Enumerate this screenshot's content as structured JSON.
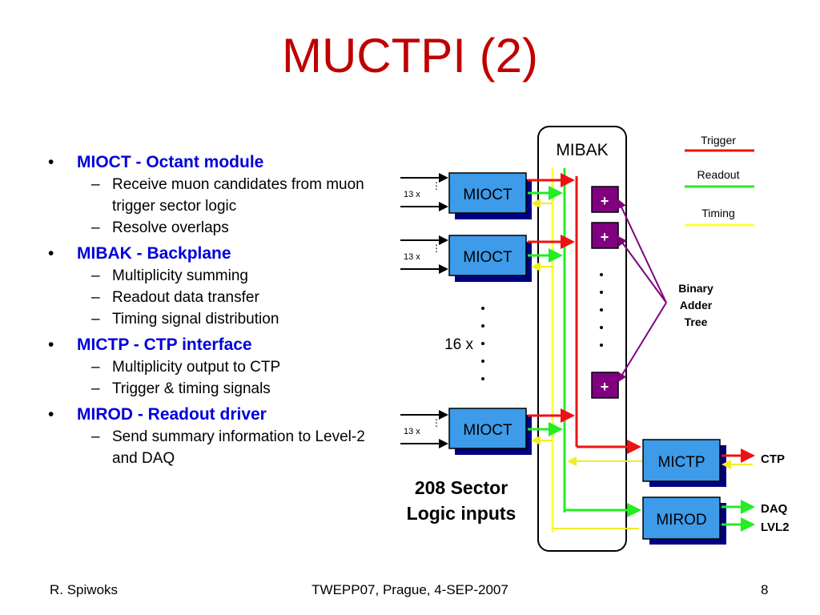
{
  "title": "MUCTPI (2)",
  "bullets": [
    {
      "main": "MIOCT - Octant module",
      "subs": [
        "Receive muon candidates from muon trigger sector logic",
        "Resolve overlaps"
      ]
    },
    {
      "main": "MIBAK - Backplane",
      "subs": [
        "Multiplicity summing",
        "Readout data transfer",
        "Timing signal distribution"
      ]
    },
    {
      "main": "MICTP - CTP interface",
      "subs": [
        "Multiplicity output to CTP",
        "Trigger & timing signals"
      ]
    },
    {
      "main": "MIROD - Readout driver",
      "subs": [
        "Send summary information to Level-2 and DAQ"
      ]
    }
  ],
  "diagram": {
    "backplane_label": "MIBAK",
    "legend": [
      {
        "label": "Trigger",
        "color": "#ee1111"
      },
      {
        "label": "Readout",
        "color": "#22ee22"
      },
      {
        "label": "Timing",
        "color": "#ffff33"
      }
    ],
    "mioct_label": "MIOCT",
    "input_count": "13 x",
    "multiplicity": "16 x",
    "adder_symbol": "+",
    "adder_label": [
      "Binary",
      "Adder",
      "Tree"
    ],
    "sector_inputs": [
      "208 Sector",
      "Logic inputs"
    ],
    "mictp_label": "MICTP",
    "mirod_label": "MIROD",
    "out_ctp": "CTP",
    "out_daq": "DAQ",
    "out_lvl2": "LVL2"
  },
  "footer": {
    "author": "R. Spiwoks",
    "event": "TWEPP07, Prague, 4-SEP-2007",
    "page": "8"
  }
}
